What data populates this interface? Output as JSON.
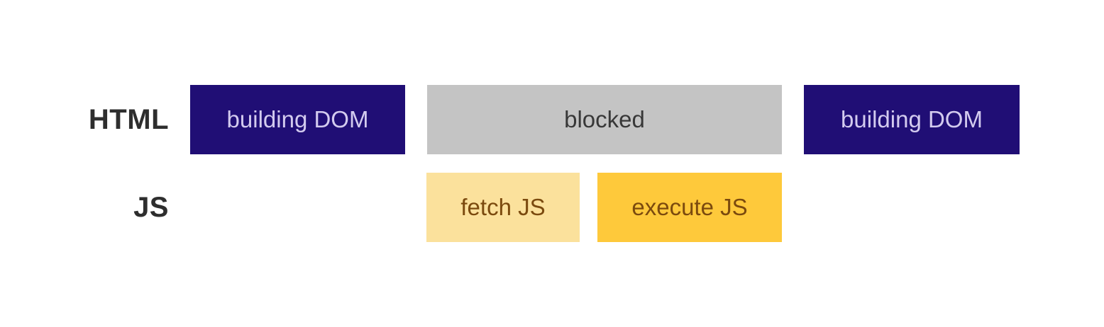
{
  "diagram": {
    "background": "#FFFFFF",
    "label_color": "#2E2E2E",
    "rows": [
      {
        "label": "HTML",
        "blocks": [
          {
            "label": "building DOM",
            "bg": "#200E75",
            "fg": "#D3CBEF"
          },
          {
            "label": "blocked",
            "bg": "#C4C4C4",
            "fg": "#383838"
          },
          {
            "label": "building DOM",
            "bg": "#200E75",
            "fg": "#D3CBEF"
          }
        ]
      },
      {
        "label": "JS",
        "blocks": [
          {
            "label": "fetch JS",
            "bg": "#FBE19C",
            "fg": "#7B4A0E"
          },
          {
            "label": "execute JS",
            "bg": "#FEC93B",
            "fg": "#7B4A0E"
          }
        ]
      }
    ]
  }
}
